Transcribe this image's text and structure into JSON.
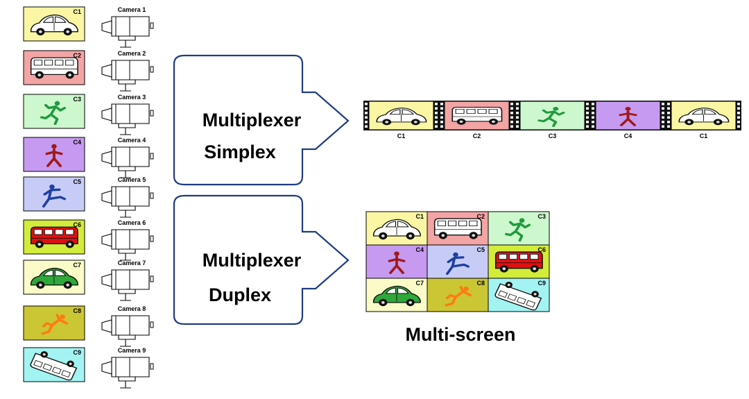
{
  "colors": {
    "c1": "#fbf6a3",
    "c2": "#f3a4a4",
    "c3": "#cdf7cd",
    "c4": "#c59af0",
    "c5": "#c7ccf7",
    "c6": "#d3eb3a",
    "c7": "#fbfbc8",
    "c8": "#cbc633",
    "c9": "#a3f3f3",
    "arrow_stroke": "#1f3b86",
    "figure_green": "#1e9b3c",
    "figure_red": "#a01818",
    "figure_blue": "#1f3fa3",
    "figure_orange": "#ff7a10",
    "bus_red": "#e01010",
    "beetle_green": "#2fa83a"
  },
  "sources": [
    {
      "tile": "C1",
      "camera": "Camera 1",
      "icon": "beetle-car-icon"
    },
    {
      "tile": "C2",
      "camera": "Camera 2",
      "icon": "van-icon"
    },
    {
      "tile": "C3",
      "camera": "Camera 3",
      "icon": "running-person-icon"
    },
    {
      "tile": "C4",
      "camera": "Camera 4",
      "icon": "standing-person-icon"
    },
    {
      "tile": "C5",
      "camera": "Camera 5",
      "icon": "kicking-person-icon"
    },
    {
      "tile": "C6",
      "camera": "Camera 6",
      "icon": "red-van-icon"
    },
    {
      "tile": "C7",
      "camera": "Camera 7",
      "icon": "green-beetle-car-icon"
    },
    {
      "tile": "C8",
      "camera": "Camera 8",
      "icon": "falling-person-icon"
    },
    {
      "tile": "C9",
      "camera": "Camera 9",
      "icon": "overturned-van-icon"
    }
  ],
  "simplex": {
    "line1": "Multiplexer",
    "line2": "Simplex",
    "frames": [
      "C1",
      "C2",
      "C3",
      "C4",
      "C1"
    ]
  },
  "duplex": {
    "line1": "Multiplexer",
    "line2": "Duplex",
    "grid": [
      "C1",
      "C2",
      "C3",
      "C4",
      "C5",
      "C6",
      "C7",
      "C8",
      "C9"
    ],
    "caption": "Multi-screen"
  }
}
